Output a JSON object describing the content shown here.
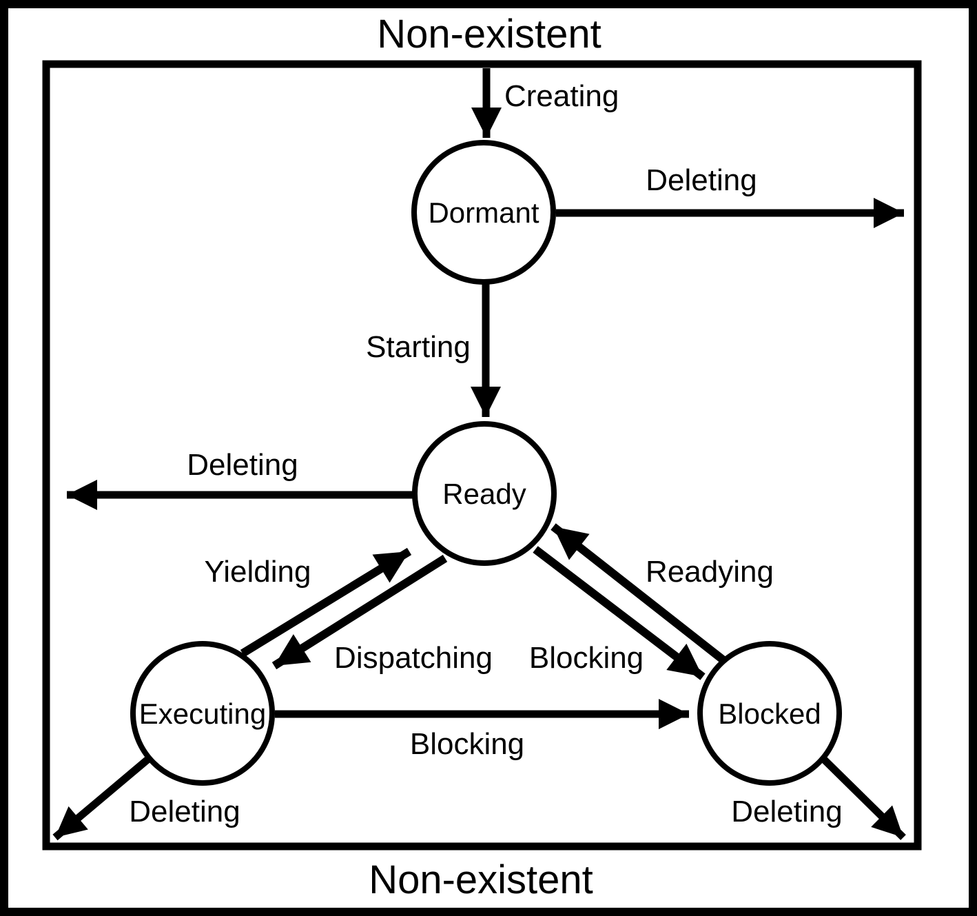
{
  "diagram": {
    "type": "state-transition-diagram",
    "background_color": "#ffffff",
    "line_color": "#000000",
    "title_top": "Non-existent",
    "title_bottom": "Non-existent",
    "states": {
      "dormant": {
        "label": "Dormant"
      },
      "ready": {
        "label": "Ready"
      },
      "executing": {
        "label": "Executing"
      },
      "blocked": {
        "label": "Blocked"
      }
    },
    "transitions": {
      "creating": {
        "label": "Creating",
        "from": "non-existent",
        "to": "dormant"
      },
      "deleting_from_dormant": {
        "label": "Deleting",
        "from": "dormant",
        "to": "non-existent"
      },
      "starting": {
        "label": "Starting",
        "from": "dormant",
        "to": "ready"
      },
      "deleting_from_ready": {
        "label": "Deleting",
        "from": "ready",
        "to": "non-existent"
      },
      "yielding": {
        "label": "Yielding",
        "from": "executing",
        "to": "ready"
      },
      "dispatching": {
        "label": "Dispatching",
        "from": "ready",
        "to": "executing"
      },
      "blocking_from_ready": {
        "label": "Blocking",
        "from": "ready",
        "to": "blocked"
      },
      "readying": {
        "label": "Readying",
        "from": "blocked",
        "to": "ready"
      },
      "blocking_from_executing": {
        "label": "Blocking",
        "from": "executing",
        "to": "blocked"
      },
      "deleting_from_executing": {
        "label": "Deleting",
        "from": "executing",
        "to": "non-existent"
      },
      "deleting_from_blocked": {
        "label": "Deleting",
        "from": "blocked",
        "to": "non-existent"
      }
    }
  }
}
